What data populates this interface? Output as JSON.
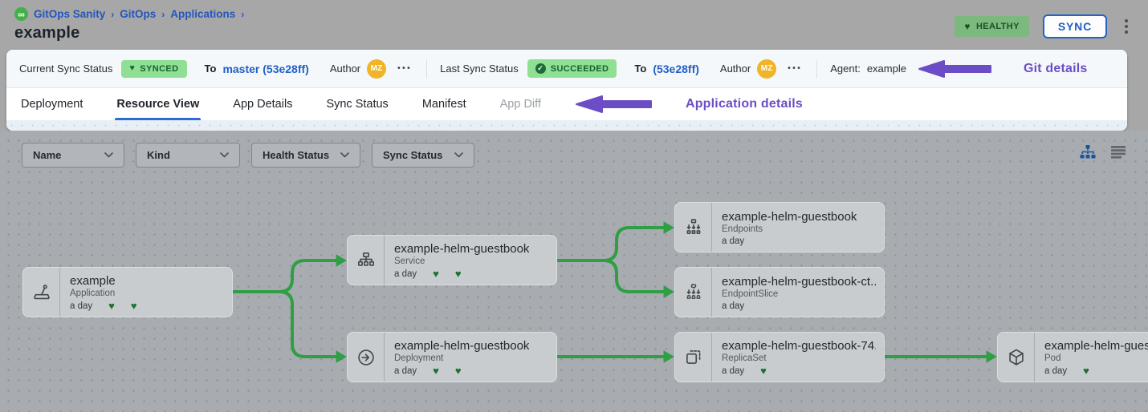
{
  "header": {
    "breadcrumb": [
      "GitOps Sanity",
      "GitOps",
      "Applications"
    ],
    "title": "example",
    "health_badge": "HEALTHY",
    "sync_button": "SYNC"
  },
  "sync_bar": {
    "current_label": "Current Sync Status",
    "current_badge": "SYNCED",
    "current_to_label": "To",
    "current_target": "master (53e28ff)",
    "current_author_label": "Author",
    "current_author_initials": "MZ",
    "current_more": "•••",
    "last_label": "Last Sync Status",
    "last_badge": "SUCCEEDED",
    "last_to_label": "To",
    "last_target": "(53e28ff)",
    "last_author_label": "Author",
    "last_author_initials": "MZ",
    "last_more": "•••",
    "agent_label": "Agent:",
    "agent_value": "example",
    "annotation": "Git details"
  },
  "tabs": {
    "items": [
      {
        "label": "Deployment",
        "state": "default"
      },
      {
        "label": "Resource View",
        "state": "active"
      },
      {
        "label": "App Details",
        "state": "default"
      },
      {
        "label": "Sync Status",
        "state": "default"
      },
      {
        "label": "Manifest",
        "state": "default"
      },
      {
        "label": "App Diff",
        "state": "disabled"
      }
    ],
    "annotation": "Application details"
  },
  "filters": [
    {
      "label": "Name"
    },
    {
      "label": "Kind"
    },
    {
      "label": "Health Status"
    },
    {
      "label": "Sync Status"
    }
  ],
  "graph": {
    "nodes": [
      {
        "title": "example",
        "kind": "Application",
        "age": "a day",
        "hearts": 2
      },
      {
        "title": "example-helm-guestbook",
        "kind": "Service",
        "age": "a day",
        "hearts": 2
      },
      {
        "title": "example-helm-guestbook",
        "kind": "Deployment",
        "age": "a day",
        "hearts": 2
      },
      {
        "title": "example-helm-guestbook",
        "kind": "Endpoints",
        "age": "a day",
        "hearts": 0
      },
      {
        "title": "example-helm-guestbook-ct...",
        "kind": "EndpointSlice",
        "age": "a day",
        "hearts": 0
      },
      {
        "title": "example-helm-guestbook-74...",
        "kind": "ReplicaSet",
        "age": "a day",
        "hearts": 1
      },
      {
        "title": "example-helm-guest",
        "kind": "Pod",
        "age": "a day",
        "hearts": 1
      }
    ]
  },
  "colors": {
    "accent_blue": "#2160c4",
    "badge_green_bg": "#8fdf94",
    "badge_green_text": "#15622e",
    "edge_green": "#2f9e44",
    "heart_green": "#1c7230",
    "annotation_purple": "#6b4ec5",
    "avatar_orange": "#f0b429"
  }
}
